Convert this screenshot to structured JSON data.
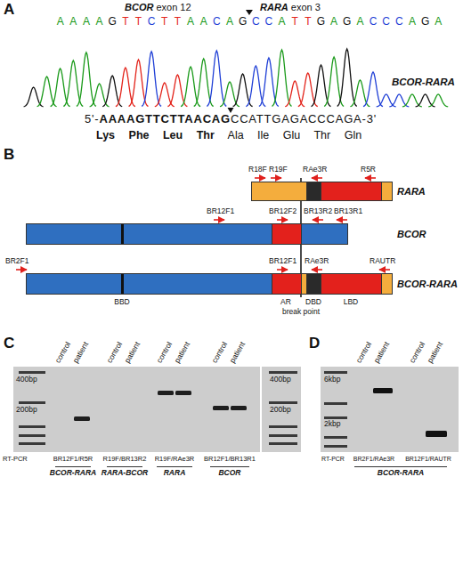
{
  "diagram": {
    "nodes": [
      {
        "text": [
          "RARA"
        ]
      },
      {
        "text": [
          "BCOR"
        ]
      },
      {
        "text": [
          "BCOR-RARA"
        ]
      }
    ],
    "labels": [
      "A",
      "BCOR exon 12",
      "RARA exon 3",
      "A A A A G T T C T T A A C A G C C A T T G A G A C C C A G A",
      "BCOR-RARA",
      "5'-AAAAGTTCTTAACAGCCATTGAGACCCAGA-3'",
      "Lys Phe Leu Thr Ala Ile Glu Thr Gln",
      "B",
      "R18F",
      "R19F",
      "RAe3R",
      "R5R",
      "BR12F1",
      "BR12F2",
      "BR13R2",
      "BR13R1",
      "BR2F1",
      "BR12F1",
      "RAe3R",
      "RAUTR",
      "BBD",
      "AR",
      "DBD",
      "LBD",
      "break point",
      "C",
      "control",
      "patient",
      "control",
      "patient",
      "control",
      "patient",
      "control",
      "patient",
      "400bp",
      "200bp",
      "400bp",
      "200bp",
      "BR12F1/R5R",
      "R19F/BR13R2",
      "R19F/RAe3R",
      "BR12F1/BR13R1",
      "RT-PCR",
      "BCOR-RARA",
      "RARA-BCOR",
      "RARA",
      "BCOR",
      "D",
      "control",
      "patient",
      "control",
      "patient",
      "6kbp",
      "2kbp",
      "BR2F1/RAe3R",
      "BR12F1/RAUTR",
      "RT-PCR",
      "BCOR-RARA"
    ]
  }
}
